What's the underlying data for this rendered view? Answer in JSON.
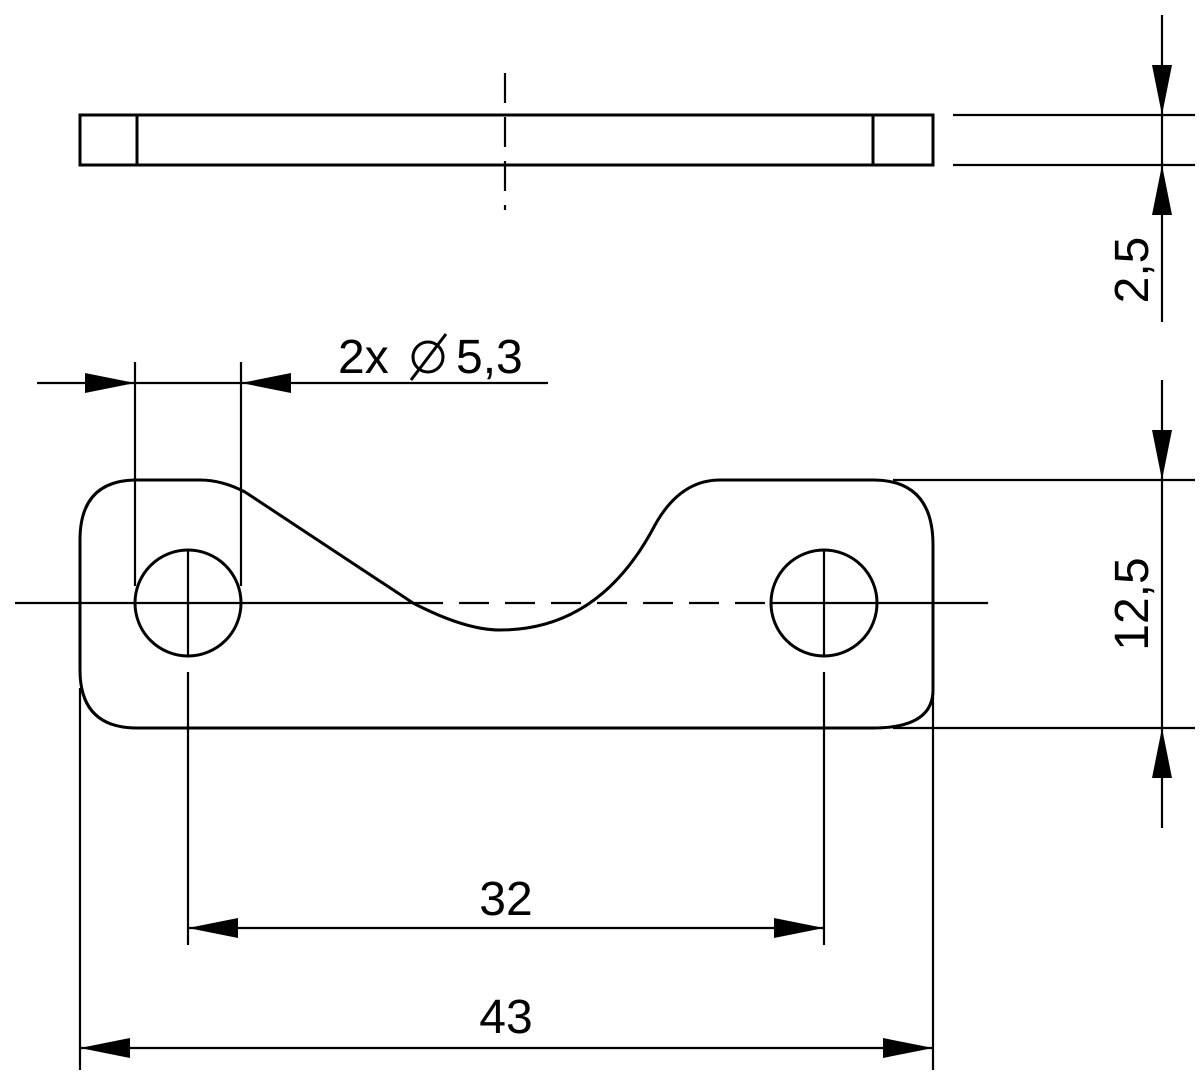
{
  "dimensions": {
    "thickness": "2,5",
    "holes_prefix": "2x",
    "holes_symbol": "⌀",
    "holes_value": "5,3",
    "height": "12,5",
    "hole_spacing": "32",
    "overall_length": "43"
  }
}
